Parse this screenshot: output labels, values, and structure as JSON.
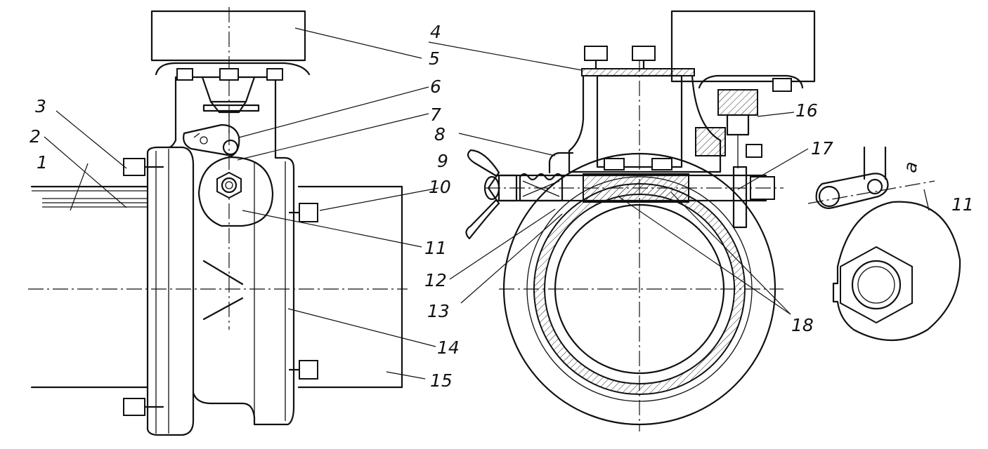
{
  "figure": {
    "callouts": [
      {
        "id": "c1",
        "text": "1"
      },
      {
        "id": "c2",
        "text": "2"
      },
      {
        "id": "c3",
        "text": "3"
      },
      {
        "id": "c4",
        "text": "4"
      },
      {
        "id": "c5",
        "text": "5"
      },
      {
        "id": "c6",
        "text": "6"
      },
      {
        "id": "c7",
        "text": "7"
      },
      {
        "id": "c8",
        "text": "8"
      },
      {
        "id": "c9",
        "text": "9"
      },
      {
        "id": "c10",
        "text": "10"
      },
      {
        "id": "c11a",
        "text": "11"
      },
      {
        "id": "c12",
        "text": "12"
      },
      {
        "id": "c13",
        "text": "13"
      },
      {
        "id": "c14",
        "text": "14"
      },
      {
        "id": "c15",
        "text": "15"
      },
      {
        "id": "c16",
        "text": "16"
      },
      {
        "id": "c17",
        "text": "17"
      },
      {
        "id": "c18",
        "text": "18"
      },
      {
        "id": "c11b",
        "text": "11"
      },
      {
        "id": "ca",
        "text": "a"
      }
    ]
  }
}
